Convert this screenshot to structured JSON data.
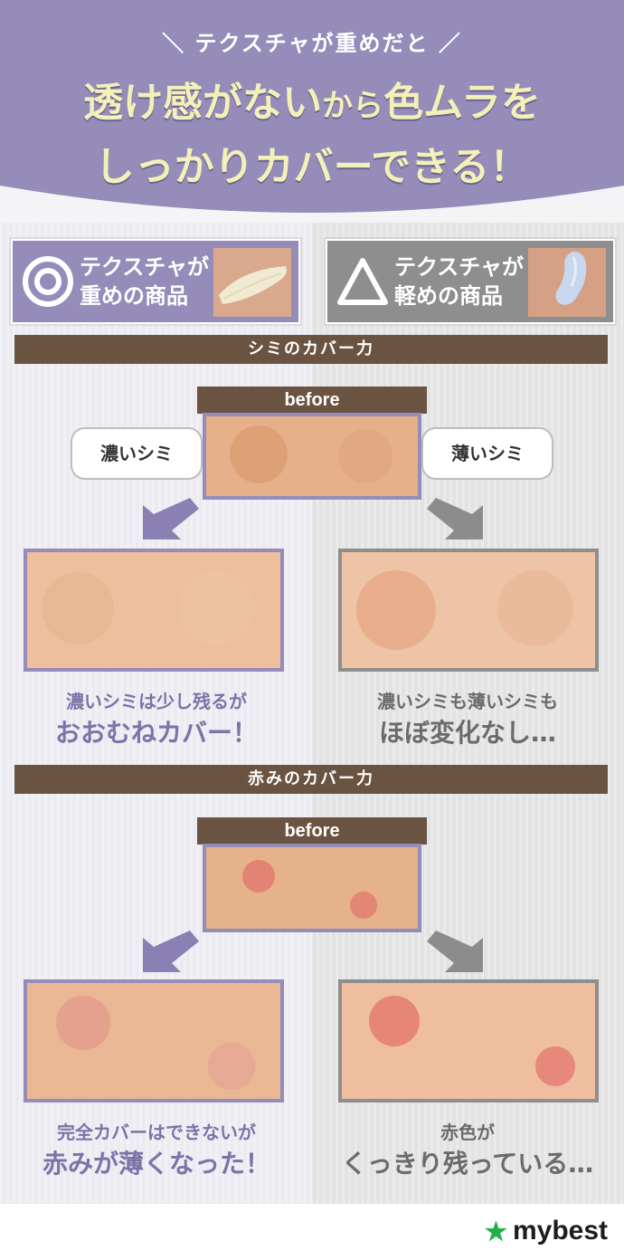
{
  "header": {
    "subtitle": "＼ テクスチャが重めだと ／",
    "title_line1_a": "透け感がない",
    "title_line1_b": "から",
    "title_line1_c": "色ムラを",
    "title_line2": "しっかりカバーできる！"
  },
  "cards": {
    "heavy": {
      "line1": "テクスチャが",
      "line2": "重めの商品",
      "mark": "double-circle"
    },
    "light": {
      "line1": "テクスチャが",
      "line2": "軽めの商品",
      "mark": "triangle"
    }
  },
  "section_spots": {
    "title": "シミのカバー力",
    "before": "before",
    "bubble_left": "濃いシミ",
    "bubble_right": "薄いシミ",
    "caption_left_1": "濃いシミは少し残るが",
    "caption_left_2": "おおむねカバー！",
    "caption_right_1": "濃いシミも薄いシミも",
    "caption_right_2": "ほぼ変化なし…"
  },
  "section_redness": {
    "title": "赤みのカバー力",
    "before": "before",
    "caption_left_1": "完全カバーはできないが",
    "caption_left_2": "赤みが薄くなった！",
    "caption_right_1": "赤色が",
    "caption_right_2": "くっきり残っている…"
  },
  "colors": {
    "heavy_accent": "#958cba",
    "light_accent": "#8e8e8e",
    "bar": "#6b5342",
    "title_yellow": "#f3f0b8"
  },
  "logo": {
    "text": "mybest"
  }
}
